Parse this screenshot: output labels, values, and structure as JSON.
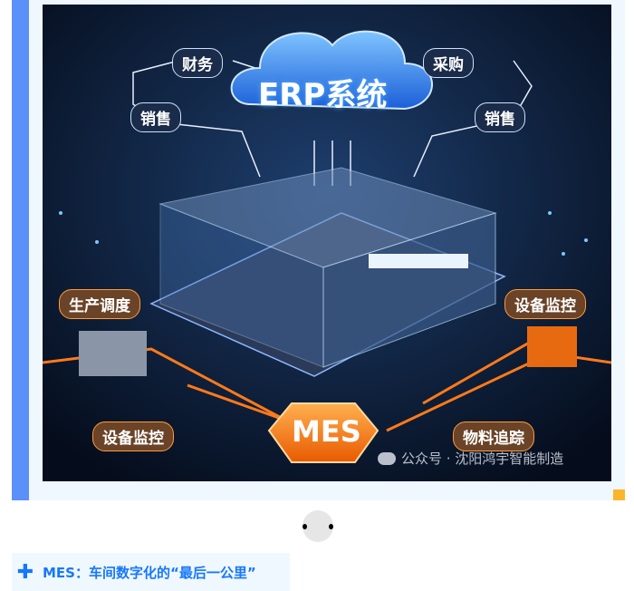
{
  "illustration": {
    "cloud_title": "ERP系统",
    "top_labels": [
      "财务",
      "采购",
      "销售",
      "销售"
    ],
    "side_labels": [
      "生产调度",
      "设备监控",
      "设备监控",
      "物料追踪"
    ],
    "center_label": "MES",
    "watermark": "公众号 · 沈阳鸿宇智能制造"
  },
  "section_heading": {
    "icon": "plus-icon",
    "text": "MES：车间数字化的“最后一公里”"
  },
  "colors": {
    "accent_blue": "#1677ff",
    "bar_blue": "#5b8ff9",
    "corner_orange": "#fbb52a",
    "panel_bg": "#f0f8ff"
  }
}
